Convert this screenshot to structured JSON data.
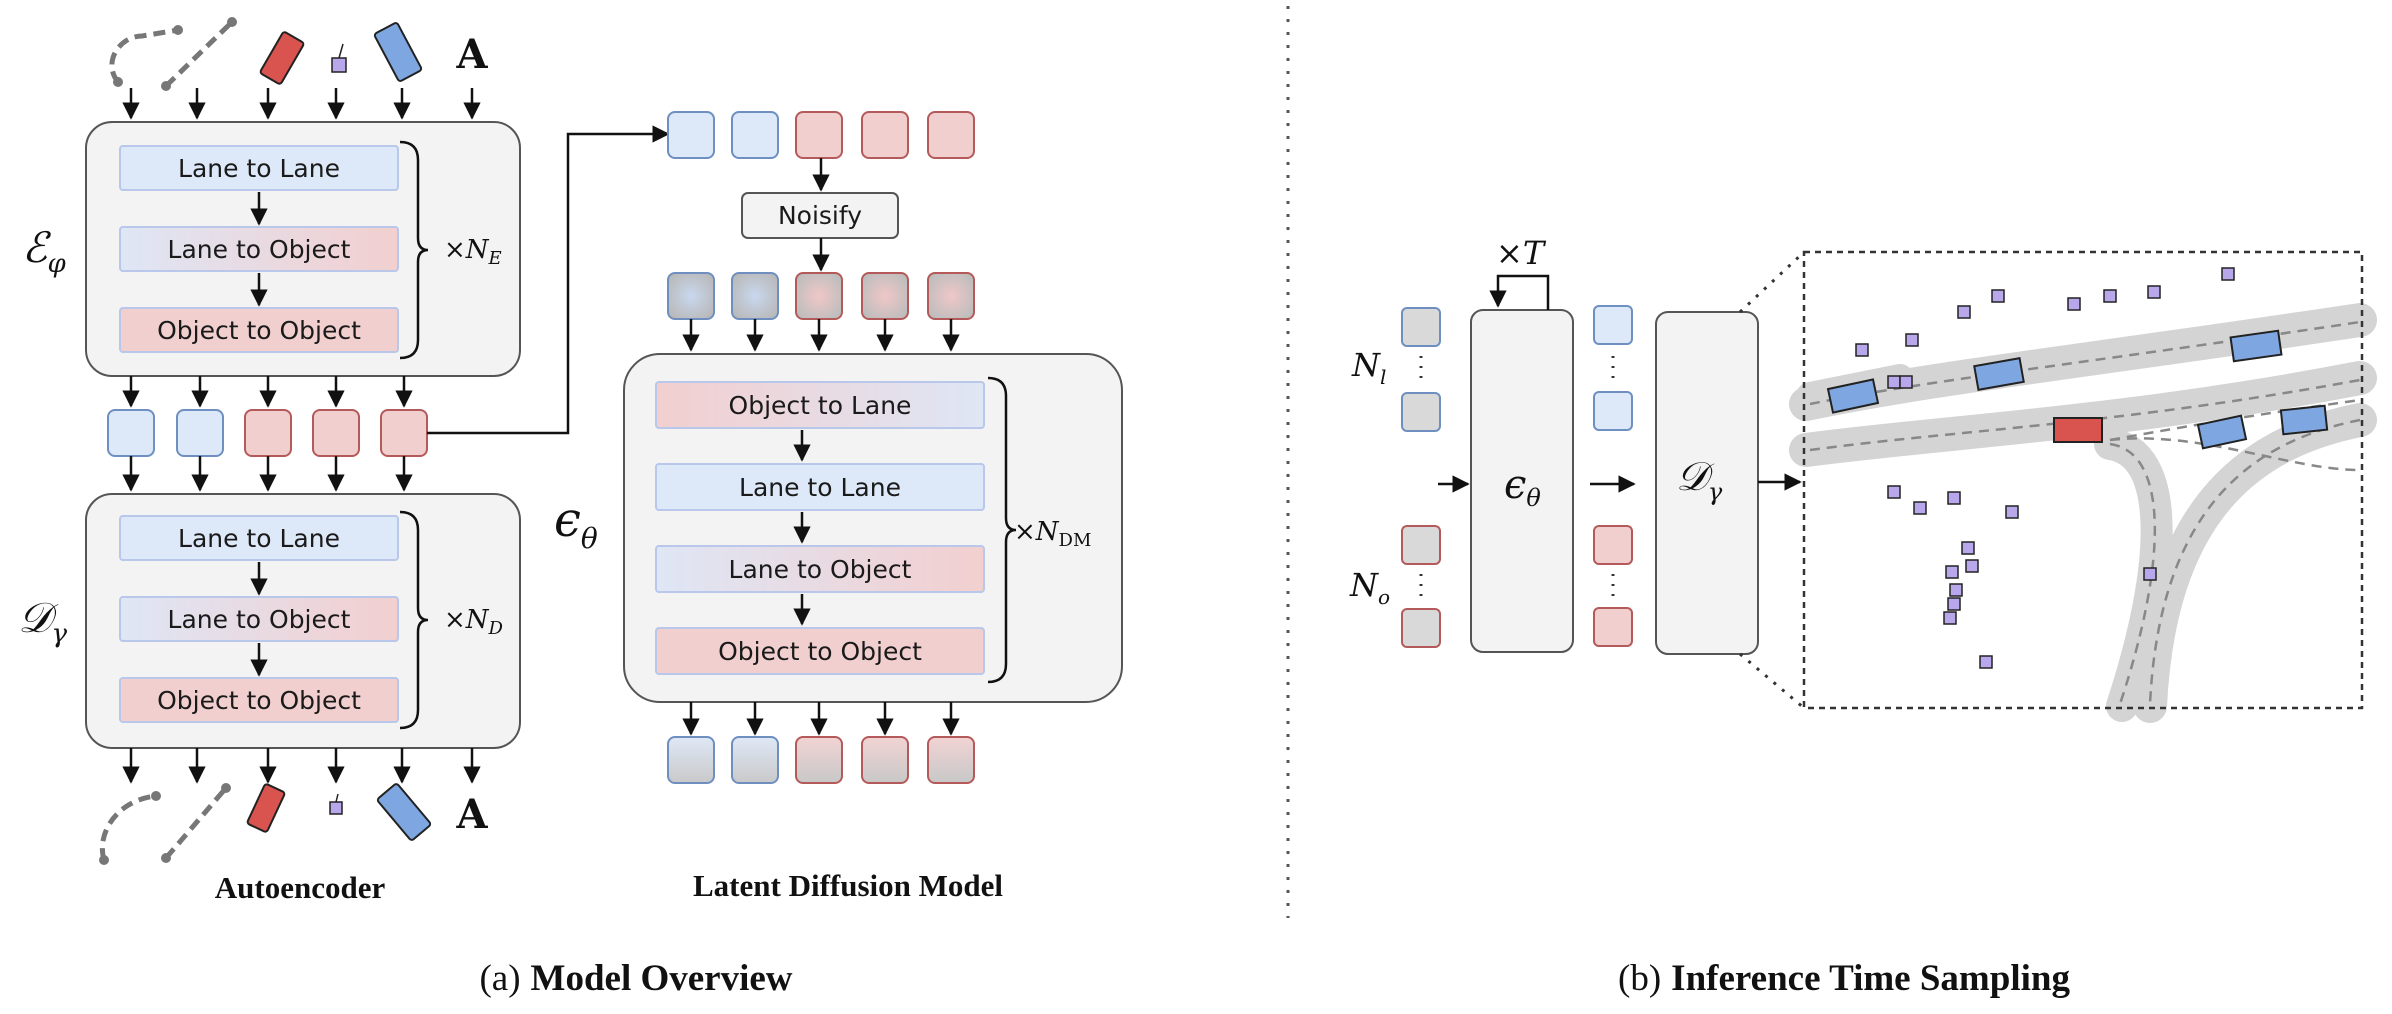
{
  "colors": {
    "lane_fill": "#dde8f8",
    "lane_stroke": "#6e8fbf",
    "obj_fill": "#f2cfcf",
    "obj_stroke": "#b55a5a",
    "module_bg": "#f3f3f3",
    "road": "#d4d4d4",
    "veh_blue": "#7ea6e0",
    "veh_red": "#d9534f",
    "ped": "#b9a7ec"
  },
  "encoder": {
    "symbol": "ℰ",
    "subscript": "φ",
    "blocks": [
      "Lane to Lane",
      "Lane to Object",
      "Object to Object"
    ],
    "repeat": "×",
    "repeat_N": "N",
    "repeat_sub": "E"
  },
  "decoder": {
    "symbol": "𝒟",
    "subscript": "γ",
    "blocks": [
      "Lane to Lane",
      "Lane to Object",
      "Object to Object"
    ],
    "repeat": "×",
    "repeat_N": "N",
    "repeat_sub": "D"
  },
  "diffusion": {
    "symbol": "ϵ",
    "subscript": "θ",
    "noisify_label": "Noisify",
    "blocks": [
      "Object to Lane",
      "Lane to Lane",
      "Lane to Object",
      "Object to Object"
    ],
    "repeat": "×",
    "repeat_N": "N",
    "repeat_sub": "DM"
  },
  "agent_symbol": "A",
  "labels": {
    "autoencoder": "Autoencoder",
    "ldm": "Latent Diffusion Model",
    "caption_a_prefix": "(a)",
    "caption_a": "Model Overview",
    "caption_b_prefix": "(b)",
    "caption_b": "Inference Time Sampling"
  },
  "inference": {
    "times": "×",
    "T": "T",
    "Nl": "N",
    "Nl_sub": "l",
    "No": "N",
    "No_sub": "o",
    "eps": "ϵ",
    "eps_sub": "θ",
    "dec": "𝒟",
    "dec_sub": "γ"
  }
}
